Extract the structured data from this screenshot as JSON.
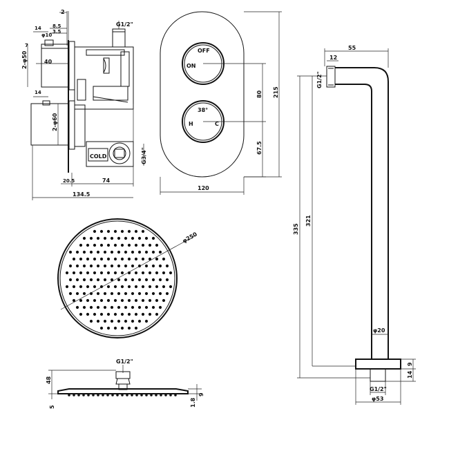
{
  "valve_side": {
    "d_2": "2",
    "d_g12": "G1/2\"",
    "d_8_5": "8.5",
    "d_3_5": "3.5",
    "d_14a": "14",
    "d_phi10": "φ10",
    "d_7": "7",
    "d_2phi50": "2-φ50",
    "d_40": "40",
    "d_14b": "14",
    "d_2phi60": "2-φ60",
    "d_cold": "COLD",
    "d_g34": "G3/4\"",
    "d_20_5": "20.5",
    "d_74": "74",
    "d_134_5": "134.5"
  },
  "valve_front": {
    "off": "OFF",
    "on": "ON",
    "temp": "38°",
    "h": "H",
    "c": "C",
    "d_80": "80",
    "d_215": "215",
    "d_67_5": "67.5",
    "d_120": "120"
  },
  "head_top": {
    "d_phi250": "φ250"
  },
  "head_side": {
    "d_g12": "G1/2\"",
    "d_48": "48",
    "d_9": "9",
    "d_5": "5",
    "d_1_8": "1.8"
  },
  "arm": {
    "d_55": "55",
    "d_12": "12",
    "d_g12_top": "G1/2\"",
    "d_335": "335",
    "d_321": "321",
    "d_phi20": "φ20",
    "d_14": "14",
    "d_9": "9",
    "d_g12_bot": "G1/2\"",
    "d_phi53": "φ53"
  }
}
